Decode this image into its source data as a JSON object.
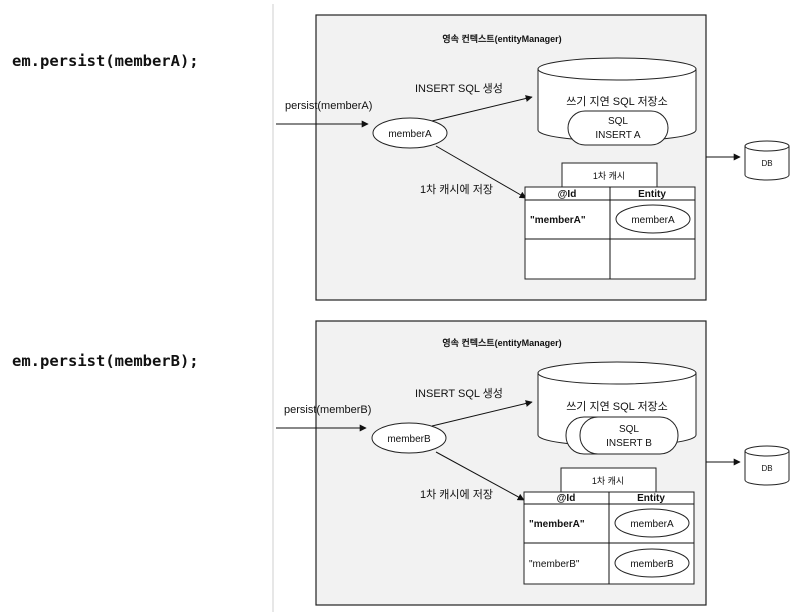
{
  "panels": [
    {
      "code": "em.persist(memberA);",
      "context_title": "영속 컨텍스트(entityManager)",
      "persist_call": "persist(memberA)",
      "member_oval": "memberA",
      "insert_label": "INSERT SQL 생성",
      "store_label": "쓰기 지연 SQL 저장소",
      "sql_items": [
        {
          "line1": "SQL",
          "line2": "INSERT A"
        }
      ],
      "cache_label": "1차 캐시에 저장",
      "cache_title": "1차 캐시",
      "table_headers": [
        "@Id",
        "Entity"
      ],
      "rows": [
        {
          "id": "\"memberA\"",
          "entity": "memberA"
        },
        {
          "id": "",
          "entity": ""
        }
      ],
      "db_label": "DB"
    },
    {
      "code": "em.persist(memberB);",
      "context_title": "영속 컨텍스트(entityManager)",
      "persist_call": "persist(memberB)",
      "member_oval": "memberB",
      "insert_label": "INSERT SQL 생성",
      "store_label": "쓰기 지연 SQL 저장소",
      "sql_items": [
        {
          "line1": "",
          "line2": ""
        },
        {
          "line1": "SQL",
          "line2": "INSERT B"
        }
      ],
      "cache_label": "1차 캐시에 저장",
      "cache_title": "1차 캐시",
      "table_headers": [
        "@Id",
        "Entity"
      ],
      "rows": [
        {
          "id": "\"memberA\"",
          "entity": "memberA"
        },
        {
          "id": "\"memberB\"",
          "entity": "memberB"
        }
      ],
      "db_label": "DB"
    }
  ]
}
